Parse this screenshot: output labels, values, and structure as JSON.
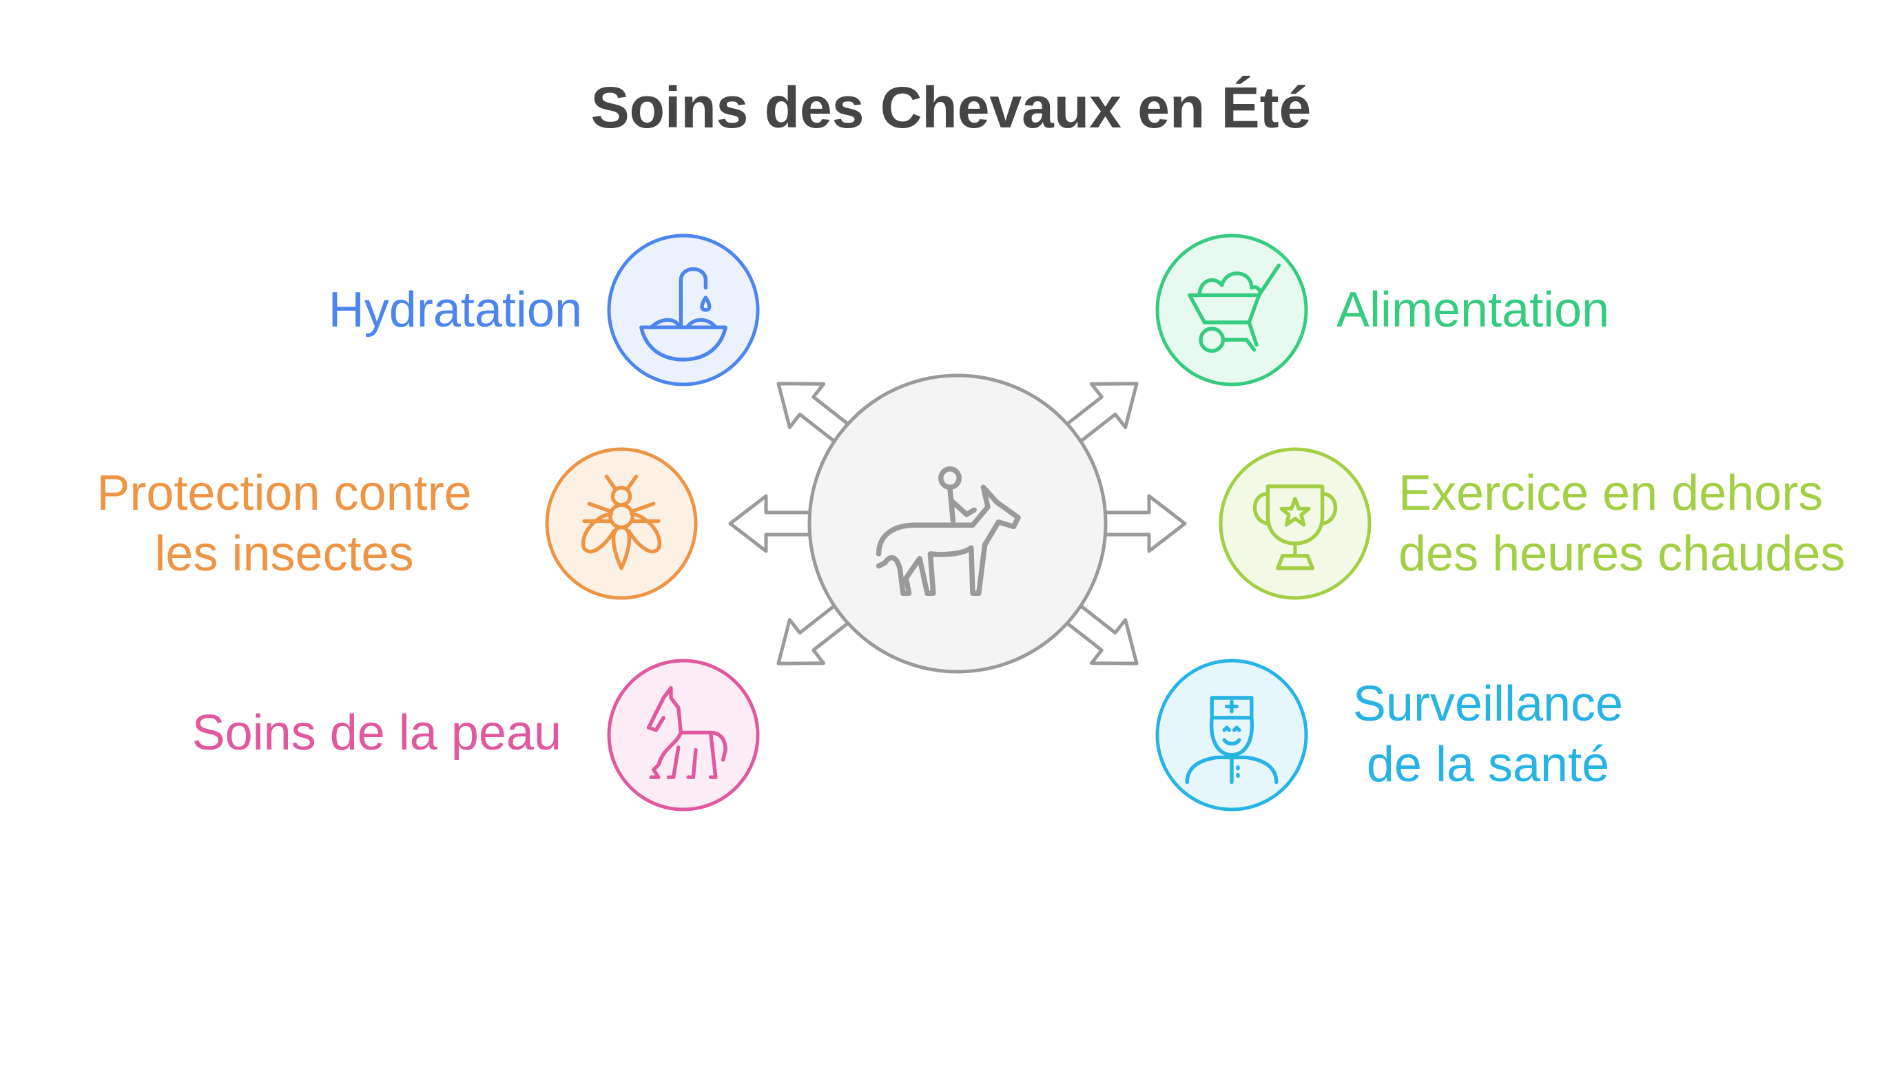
{
  "title": "Soins des Chevaux en Été",
  "center": {
    "icon": "horse-rider-icon",
    "color": "#9a9a9a",
    "fill": "#f4f4f4"
  },
  "items": [
    {
      "id": "hydratation",
      "label": "Hydratation",
      "icon": "fountain-water-icon",
      "color": "#4d84ee",
      "fill": "#ecf2fd"
    },
    {
      "id": "protection",
      "label": "Protection contre\nles insectes",
      "icon": "insect-icon",
      "color": "#ee9445",
      "fill": "#fdf1e6"
    },
    {
      "id": "peau",
      "label": "Soins de la peau",
      "icon": "horse-icon",
      "color": "#e0589e",
      "fill": "#fcecf5"
    },
    {
      "id": "alimentation",
      "label": "Alimentation",
      "icon": "wheelbarrow-icon",
      "color": "#35cc80",
      "fill": "#e8f9f0"
    },
    {
      "id": "exercice",
      "label": "Exercice en dehors\ndes heures chaudes",
      "icon": "trophy-icon",
      "color": "#a2cf43",
      "fill": "#f3f9e7"
    },
    {
      "id": "surveillance",
      "label": "Surveillance\nde la santé",
      "icon": "doctor-icon",
      "color": "#27b3e4",
      "fill": "#e6f6fc"
    }
  ]
}
